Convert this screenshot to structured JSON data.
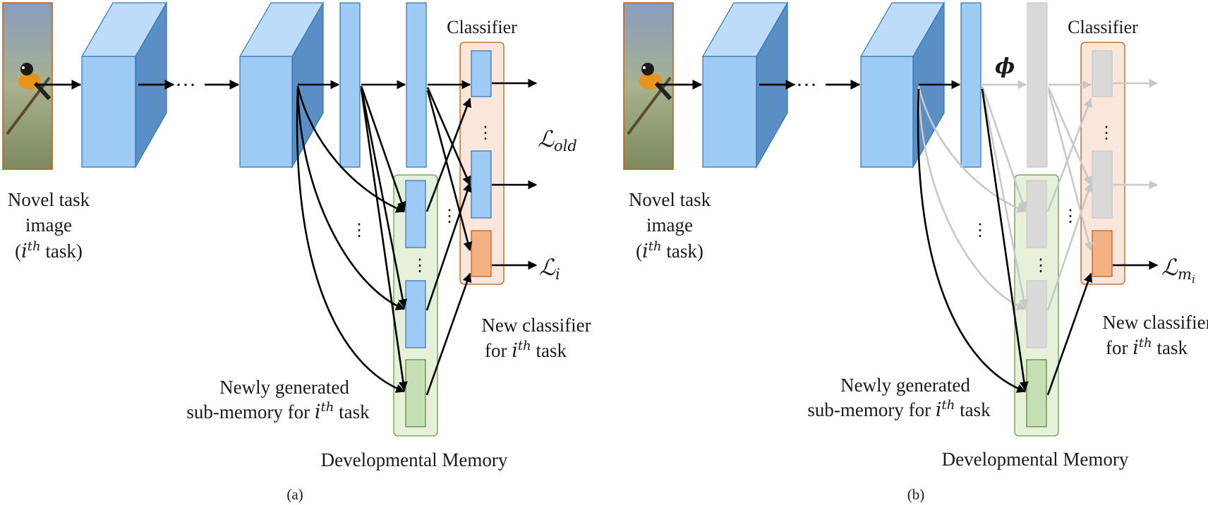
{
  "panels": [
    {
      "id": "a",
      "caption": "(a)",
      "classifier_title": "Classifier",
      "input_label": [
        "Novel task",
        "image",
        "(",
        "i",
        "th",
        " task)"
      ],
      "loss_old": {
        "script": "ℒ",
        "sub": "old"
      },
      "loss_new": {
        "script": "ℒ",
        "sub": "i"
      },
      "new_classifier_label": [
        "New classifier",
        "for ",
        "i",
        "th",
        " task"
      ],
      "sub_memory_label": [
        "Newly generated",
        "sub-memory for ",
        "i",
        "th",
        " task"
      ],
      "memory_label": "Developmental Memory"
    },
    {
      "id": "b",
      "caption": "(b)",
      "classifier_title": "Classifier",
      "phi_label": "ϕ",
      "input_label": [
        "Novel task",
        "image",
        "(",
        "i",
        "th",
        " task)"
      ],
      "loss_new": {
        "script": "ℒ",
        "sub": "m",
        "subsub": "i"
      },
      "new_classifier_label": [
        "New classifier",
        "for ",
        "i",
        "th",
        " task"
      ],
      "sub_memory_label": [
        "Newly generated",
        "sub-memory for ",
        "i",
        "th",
        " task"
      ],
      "memory_label": "Developmental Memory"
    }
  ],
  "ellipsis_h": "···",
  "ellipsis_v": "⋮",
  "colors": {
    "block_front": "#9ecbf6",
    "block_side": "#5a8fc6",
    "block_top": "#bcdcfa",
    "layer": "#9ecbf6",
    "layer_stroke": "#2e74b5",
    "gray": "#d9d9d9",
    "gray_stroke": "#c9c9c9",
    "memory_bg": "#e7f1da",
    "memory_stroke": "#6a9a4a",
    "submem": "#c5e0b4",
    "classifier_bg": "#fbe6db",
    "classifier_stroke": "#c55a11",
    "new_head": "#f4b183",
    "arrow": "#000000",
    "arrow_gray": "#c8c8c8"
  }
}
